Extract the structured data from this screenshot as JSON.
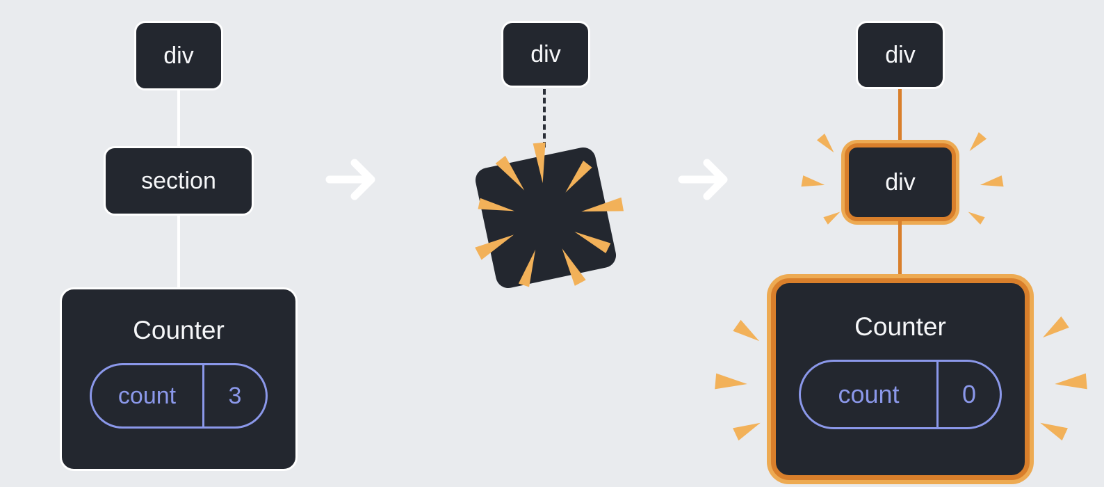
{
  "panels": {
    "before": {
      "root_label": "div",
      "child_label": "section",
      "component": {
        "title": "Counter",
        "state_key": "count",
        "state_value": "3"
      }
    },
    "transition": {
      "root_label": "div"
    },
    "after": {
      "root_label": "div",
      "child_label": "div",
      "component": {
        "title": "Counter",
        "state_key": "count",
        "state_value": "0"
      }
    }
  },
  "colors": {
    "canvas_background": "#e9ebee",
    "node_background": "#23272f",
    "node_border": "#ffffff",
    "highlight_orange": "#d97f2b",
    "highlight_glow": "#edaa52",
    "sparkle": "#f2b159",
    "state_purple": "#8b98ea",
    "arrow": "#ffffff"
  }
}
